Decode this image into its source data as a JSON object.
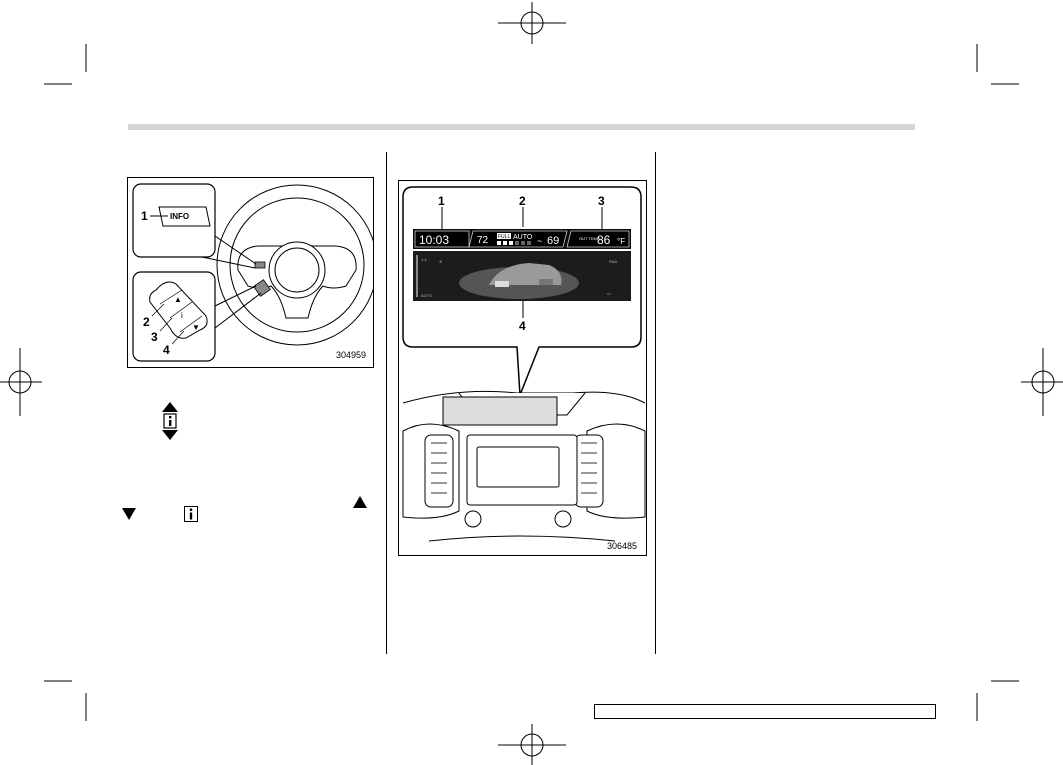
{
  "figure_left": {
    "id": "304959",
    "button_text": "INFO",
    "callouts": [
      "1",
      "2",
      "3",
      "4"
    ]
  },
  "figure_right": {
    "id": "306485",
    "callouts": [
      "1",
      "2",
      "3",
      "4"
    ],
    "display": {
      "clock": "10:03",
      "left_temp": "72",
      "full_badge": "FULL",
      "auto_text": "AUTO",
      "right_temp": "69",
      "outside_label": "OUT TEMP",
      "outside_temp": "86",
      "outside_unit": "°F"
    }
  },
  "icons": [
    "up-triangle-icon",
    "info-icon",
    "down-triangle-icon"
  ]
}
